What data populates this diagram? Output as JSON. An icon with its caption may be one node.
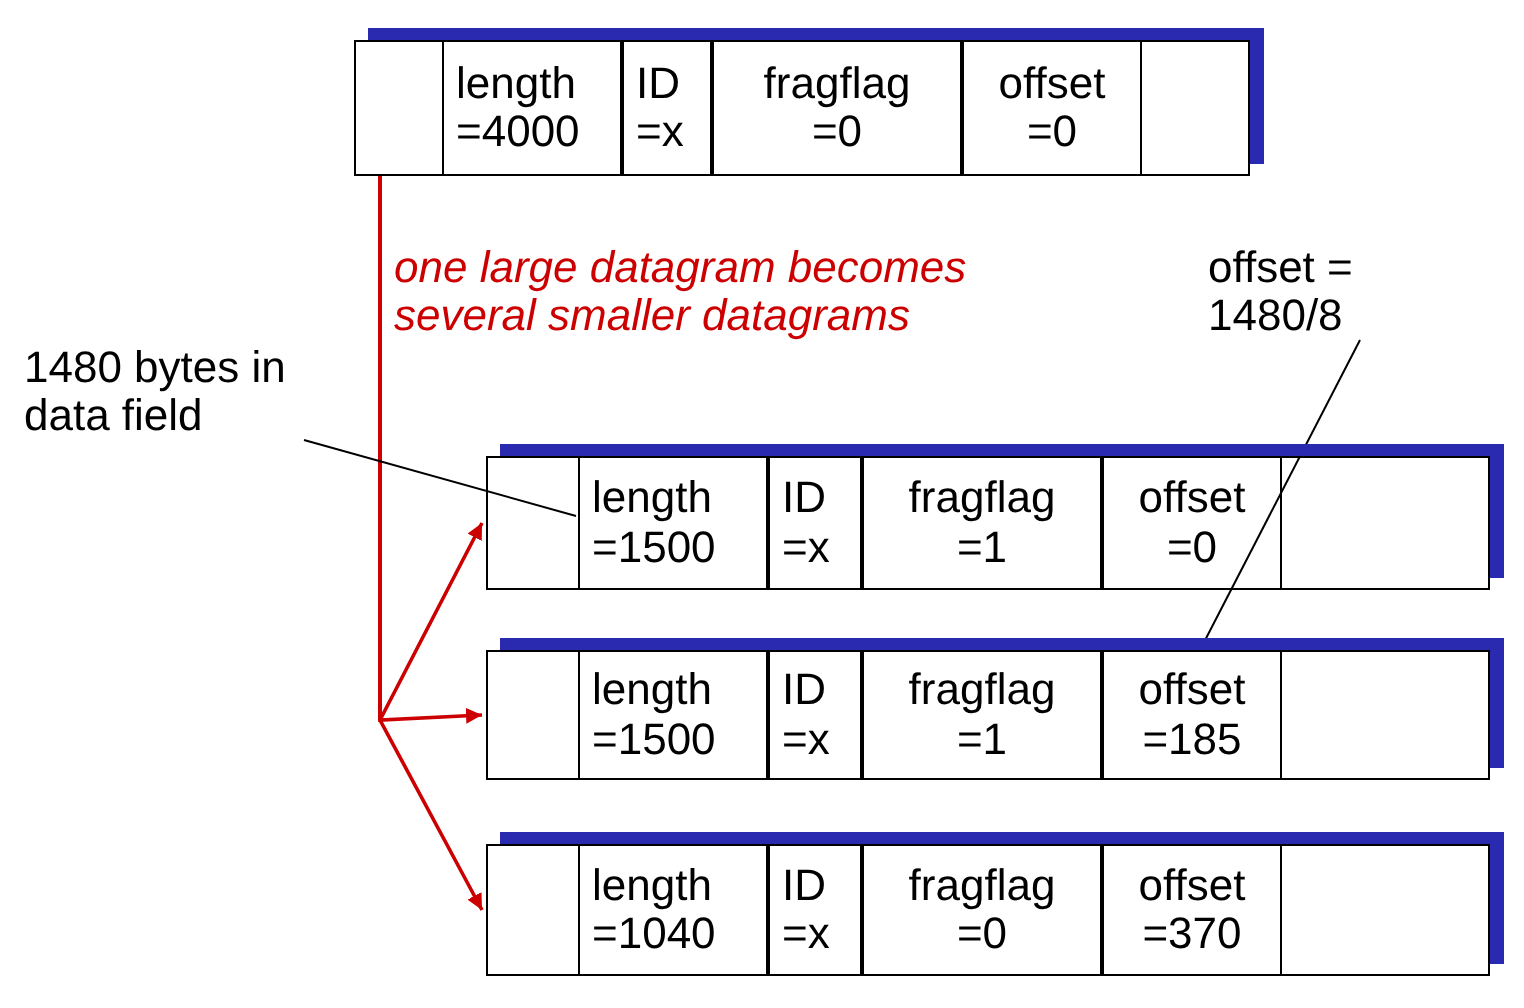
{
  "diagram": {
    "nodes": [
      {
        "text": [],
        "shape": "box"
      },
      {
        "text": [
          "length =4000"
        ],
        "in": 0
      },
      {
        "text": [
          "ID =x"
        ],
        "in": 0
      },
      {
        "text": [
          "fragflag =0"
        ],
        "in": 0
      },
      {
        "text": [
          "offset =0"
        ],
        "in": 0
      },
      {
        "text": [],
        "shape": "box"
      },
      {
        "text": [
          "length =1500"
        ],
        "in": 5
      },
      {
        "text": [
          "ID =x"
        ],
        "in": 5
      },
      {
        "text": [
          "fragflag =1"
        ],
        "in": 5
      },
      {
        "text": [
          "offset =0"
        ],
        "in": 5
      },
      {
        "text": [],
        "shape": "box"
      },
      {
        "text": [
          "length =1500"
        ],
        "in": 10
      },
      {
        "text": [
          "ID =x"
        ],
        "in": 10
      },
      {
        "text": [
          "fragflag =1"
        ],
        "in": 10
      },
      {
        "text": [
          "offset =185"
        ],
        "in": 10
      },
      {
        "text": [],
        "shape": "box"
      },
      {
        "text": [
          "length =1040"
        ],
        "in": 15
      },
      {
        "text": [
          "ID =x"
        ],
        "in": 15
      },
      {
        "text": [
          "fragflag =0"
        ],
        "in": 15
      },
      {
        "text": [
          "offset =370"
        ],
        "in": 15
      },
      {
        "text": [
          "1480 bytes in data field"
        ]
      },
      {
        "text": [
          "offset = 1480/8"
        ]
      }
    ],
    "edges": [
      {
        "from": 0,
        "to": 5,
        "arrow": "to",
        "color": "#cc0000"
      },
      {
        "from": 0,
        "to": 10,
        "arrow": "to",
        "color": "#cc0000"
      },
      {
        "from": 0,
        "to": 15,
        "arrow": "to",
        "color": "#cc0000"
      },
      {
        "from": 20,
        "to": 6,
        "arrow": "none",
        "color": "#000000"
      },
      {
        "from": 21,
        "to": 14,
        "arrow": "none",
        "color": "#000000"
      }
    ],
    "labels": [
      "one large datagram becomes several smaller datagrams"
    ]
  }
}
